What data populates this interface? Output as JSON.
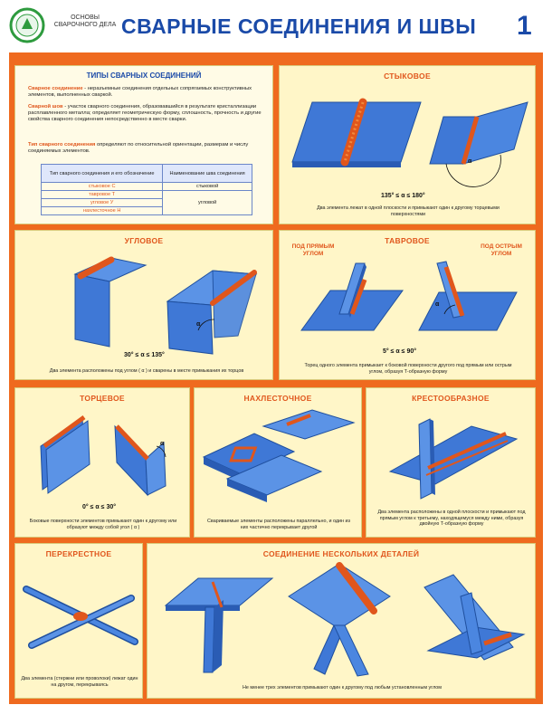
{
  "header": {
    "series": "ОСНОВЫ СВАРОЧНОГО ДЕЛА",
    "title": "СВАРНЫЕ СОЕДИНЕНИЯ И ШВЫ",
    "sheet_number": "1"
  },
  "types": {
    "title": "ТИПЫ СВАРНЫХ СОЕДИНЕНИЙ",
    "def1_term": "Сварное соединение",
    "def1_text": " - неразъемные соединения отдельных сопрягаемых конструктивных элементов, выполненных сваркой.",
    "def2_term": "Сварной шов",
    "def2_text": " - участок сварного соединения, образовавшийся в результате кристаллизации расплавленного металла; определяет геометрическую форму, сплошность, прочность и другие свойства сварного соединения непосредственно в месте сварки.",
    "def3_term": "Тип сварного соединения",
    "def3_text": " определяют по относительной ориентации, размерам и числу соединяемых элементов.",
    "table": {
      "col1": "Тип сварного соединения и его обозначение",
      "col2": "Наименование шва соединения",
      "rows": [
        "стыковое С",
        "тавровое Т",
        "угловое У",
        "нахлесточное Н"
      ],
      "seam1": "стыковой",
      "seam2": "угловой"
    }
  },
  "butt": {
    "title": "СТЫКОВОЕ",
    "formula": "135° ≤ α ≤ 180°",
    "alpha": "α",
    "caption": "Два элемента лежат в одной плоскости и примыкают один к другому торцевыми поверхностями"
  },
  "corner": {
    "title": "УГЛОВОЕ",
    "formula": "30° ≤ α ≤ 135°",
    "alpha": "α",
    "caption": "Два элемента расположены под углом ( α ) и сварены в месте примыкания их торцов"
  },
  "tee": {
    "title": "ТАВРОВОЕ",
    "right_label": "ПОД ПРЯМЫМ УГЛОМ",
    "acute_label": "ПОД ОСТРЫМ УГЛОМ",
    "formula": "5° ≤ α ≤ 90°",
    "alpha": "α",
    "caption": "Торец одного элемента примыкает к боковой поверхности другого под прямым или острым углом, образуя Т-образную форму"
  },
  "edge": {
    "title": "ТОРЦЕВОЕ",
    "formula": "0° ≤ α ≤ 30°",
    "alpha": "α",
    "caption": "Боковые поверхности элементов примыкают один к другому или образуют между собой угол ( α )"
  },
  "lap": {
    "title": "НАХЛЕСТОЧНОЕ",
    "caption": "Свариваемые элементы расположены параллельно, и один из них частично перекрывает другой"
  },
  "cross": {
    "title": "КРЕСТООБРАЗНОЕ",
    "caption": "Два элемента расположены в одной плоскости и примыкают под прямым углом к третьему, находящемуся между ними, образуя двойную Т-образную форму"
  },
  "overlap": {
    "title": "ПЕРЕКРЕСТНОЕ",
    "caption": "Два элемента (стержни или проволоки) лежат один на другом, перекрываясь"
  },
  "multi": {
    "title": "СОЕДИНЕНИЕ НЕСКОЛЬКИХ ДЕТАЛЕЙ",
    "caption": "Не менее трех элементов примыкают один к другому под любым установленным углом"
  },
  "colors": {
    "frame": "#ef6a1f",
    "panel": "#fff6c8",
    "metal": "#3f78d6",
    "seam": "#e0561c",
    "title": "#1a4aa8"
  }
}
